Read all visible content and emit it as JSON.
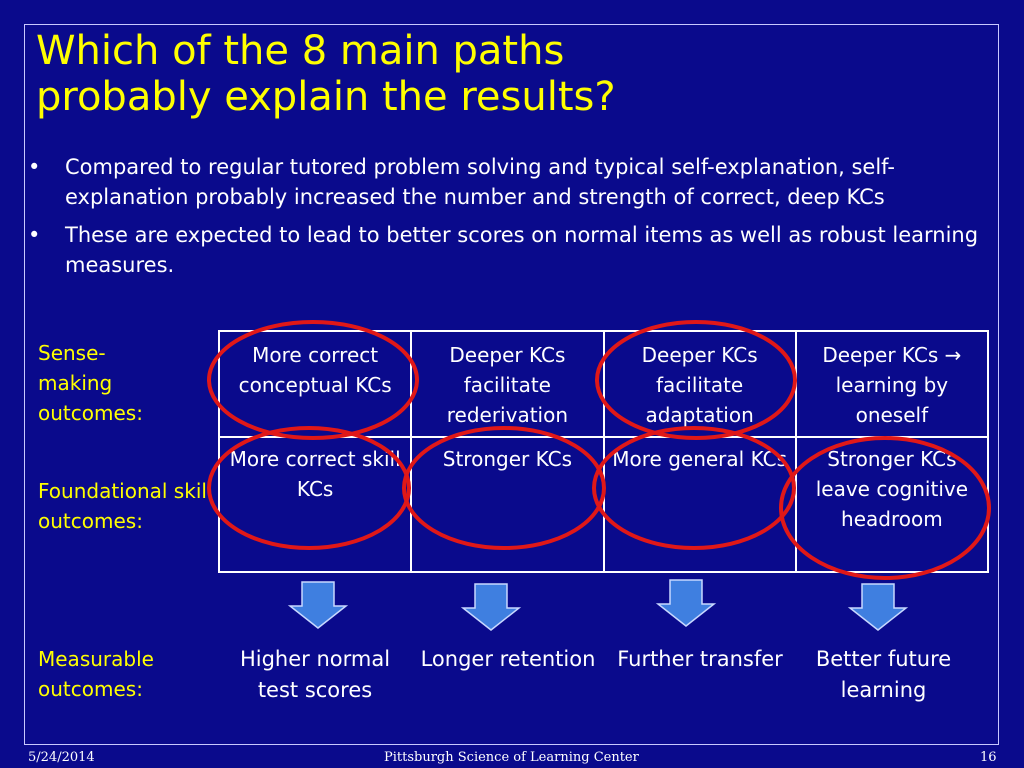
{
  "slide": {
    "title_line1": "Which of the 8 main paths",
    "title_line2": "probably explain the results?",
    "bullets": [
      "Compared to regular tutored problem solving and typical self-explanation, self-explanation probably increased the number and strength of correct, deep KCs",
      "These are expected to lead to better scores on normal items as well as robust learning measures."
    ],
    "bullet_glyph": "•",
    "row_labels": {
      "sense_making": "Sense-making outcomes:",
      "foundational": "Foundational skill outcomes:",
      "measurable": "Measurable outcomes:"
    },
    "table": {
      "row1": [
        "More correct conceptual KCs",
        "Deeper KCs facilitate rederivation",
        "Deeper KCs facilitate adaptation",
        "Deeper KCs → learning by oneself"
      ],
      "row2": [
        "More correct skill KCs",
        "Stronger KCs",
        "More general KCs",
        "Stronger KCs leave cognitive headroom"
      ]
    },
    "measurable_outcomes": [
      "Higher normal test scores",
      "Longer retention",
      "Further transfer",
      "Better future learning"
    ],
    "footer": {
      "date": "5/24/2014",
      "center": "Pittsburgh Science of Learning Center",
      "page": "16"
    },
    "colors": {
      "background": "#0a0a8c",
      "title": "#ffff00",
      "oval": "#e01818",
      "arrow": "#3f7fe0"
    }
  }
}
